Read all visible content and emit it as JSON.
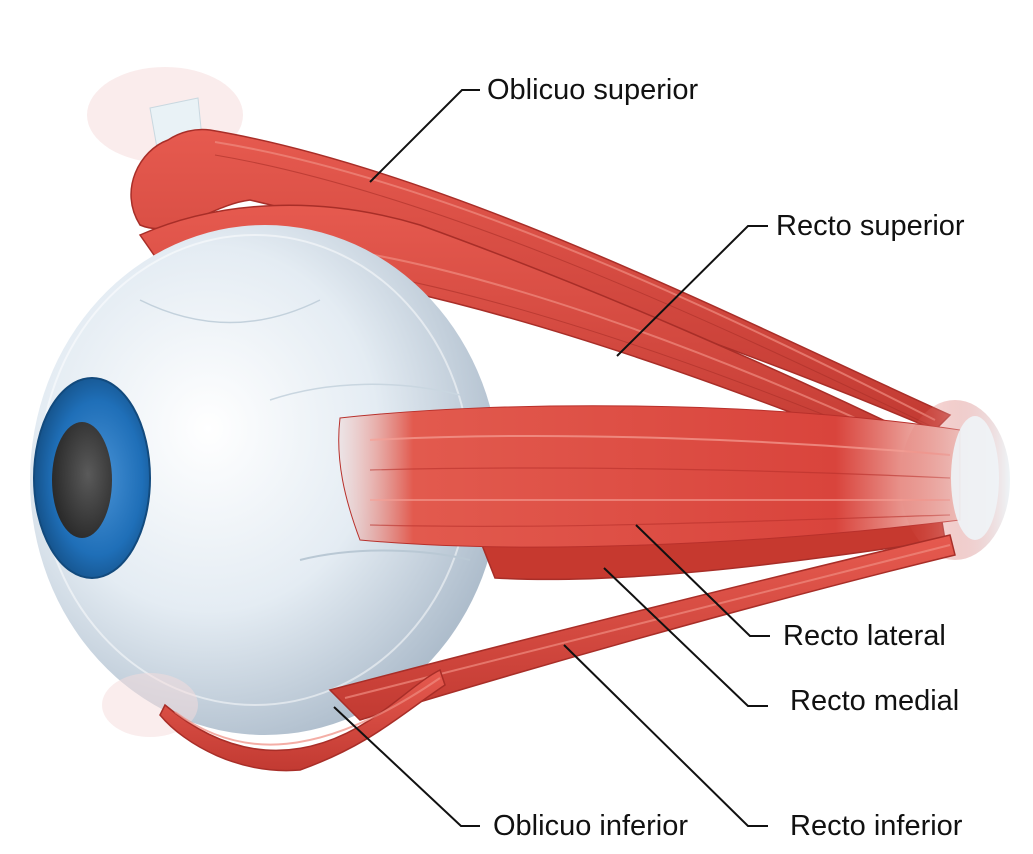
{
  "labels": {
    "superior_oblique": "Oblicuo superior",
    "superior_rectus": "Recto superior",
    "lateral_rectus": "Recto lateral",
    "medial_rectus": "Recto medial",
    "inferior_oblique": "Oblicuo inferior",
    "inferior_rectus": "Recto inferior"
  },
  "colors": {
    "muscle": "#d9443c",
    "muscle_dark": "#b8302b",
    "muscle_light": "#f08c80",
    "sclera": "#e8eef4",
    "iris": "#1f6fb8",
    "pupil": "#3a3a3a",
    "tendon": "#e6f0f4",
    "leader_line": "#111111"
  }
}
